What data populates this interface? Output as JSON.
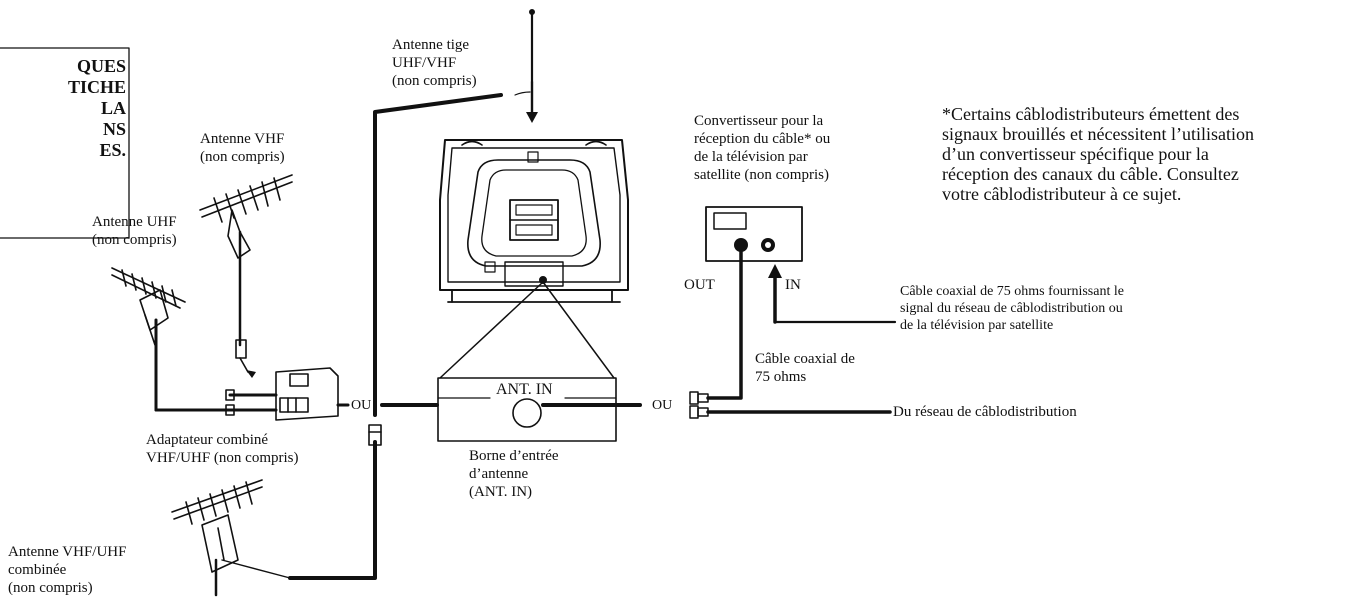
{
  "left_box": {
    "lines": [
      "QUES",
      "TICHE",
      "LA",
      "NS",
      "",
      "ES."
    ]
  },
  "labels": {
    "antenne_tige": [
      "Antenne tige",
      "UHF/VHF",
      "(non compris)"
    ],
    "antenne_vhf": [
      "Antenne VHF",
      "(non compris)"
    ],
    "antenne_uhf": [
      "Antenne UHF",
      "(non compris)"
    ],
    "adaptateur": [
      "Adaptateur combiné",
      "VHF/UHF (non compris)"
    ],
    "antenne_combinee": [
      "Antenne VHF/UHF",
      "combinée",
      "(non compris)"
    ],
    "ou_left": "OU",
    "ou_right": "OU",
    "ant_in": "ANT. IN",
    "borne": [
      "Borne d’entrée",
      "d’antenne",
      "(ANT. IN)"
    ],
    "convertisseur": [
      "Convertisseur pour la",
      "réception du câble* ou",
      "de la télévision par",
      "satellite (non compris)"
    ],
    "out": "OUT",
    "in": "IN",
    "cable_75_signal": [
      "Câble coaxial de 75 ohms fournissant le",
      "signal du réseau de câblodistribution ou",
      "de la télévision par satellite"
    ],
    "cable_75": [
      "Câble coaxial de",
      "75 ohms"
    ],
    "du_reseau": "Du réseau de câblodistribution",
    "note": [
      "*Certains câblodistributeurs émettent des",
      "signaux brouillés et nécessitent l’utilisation",
      "d’un convertisseur spécifique pour la",
      "réception des canaux du câble. Consultez",
      "votre câblodistributeur à ce sujet."
    ]
  }
}
